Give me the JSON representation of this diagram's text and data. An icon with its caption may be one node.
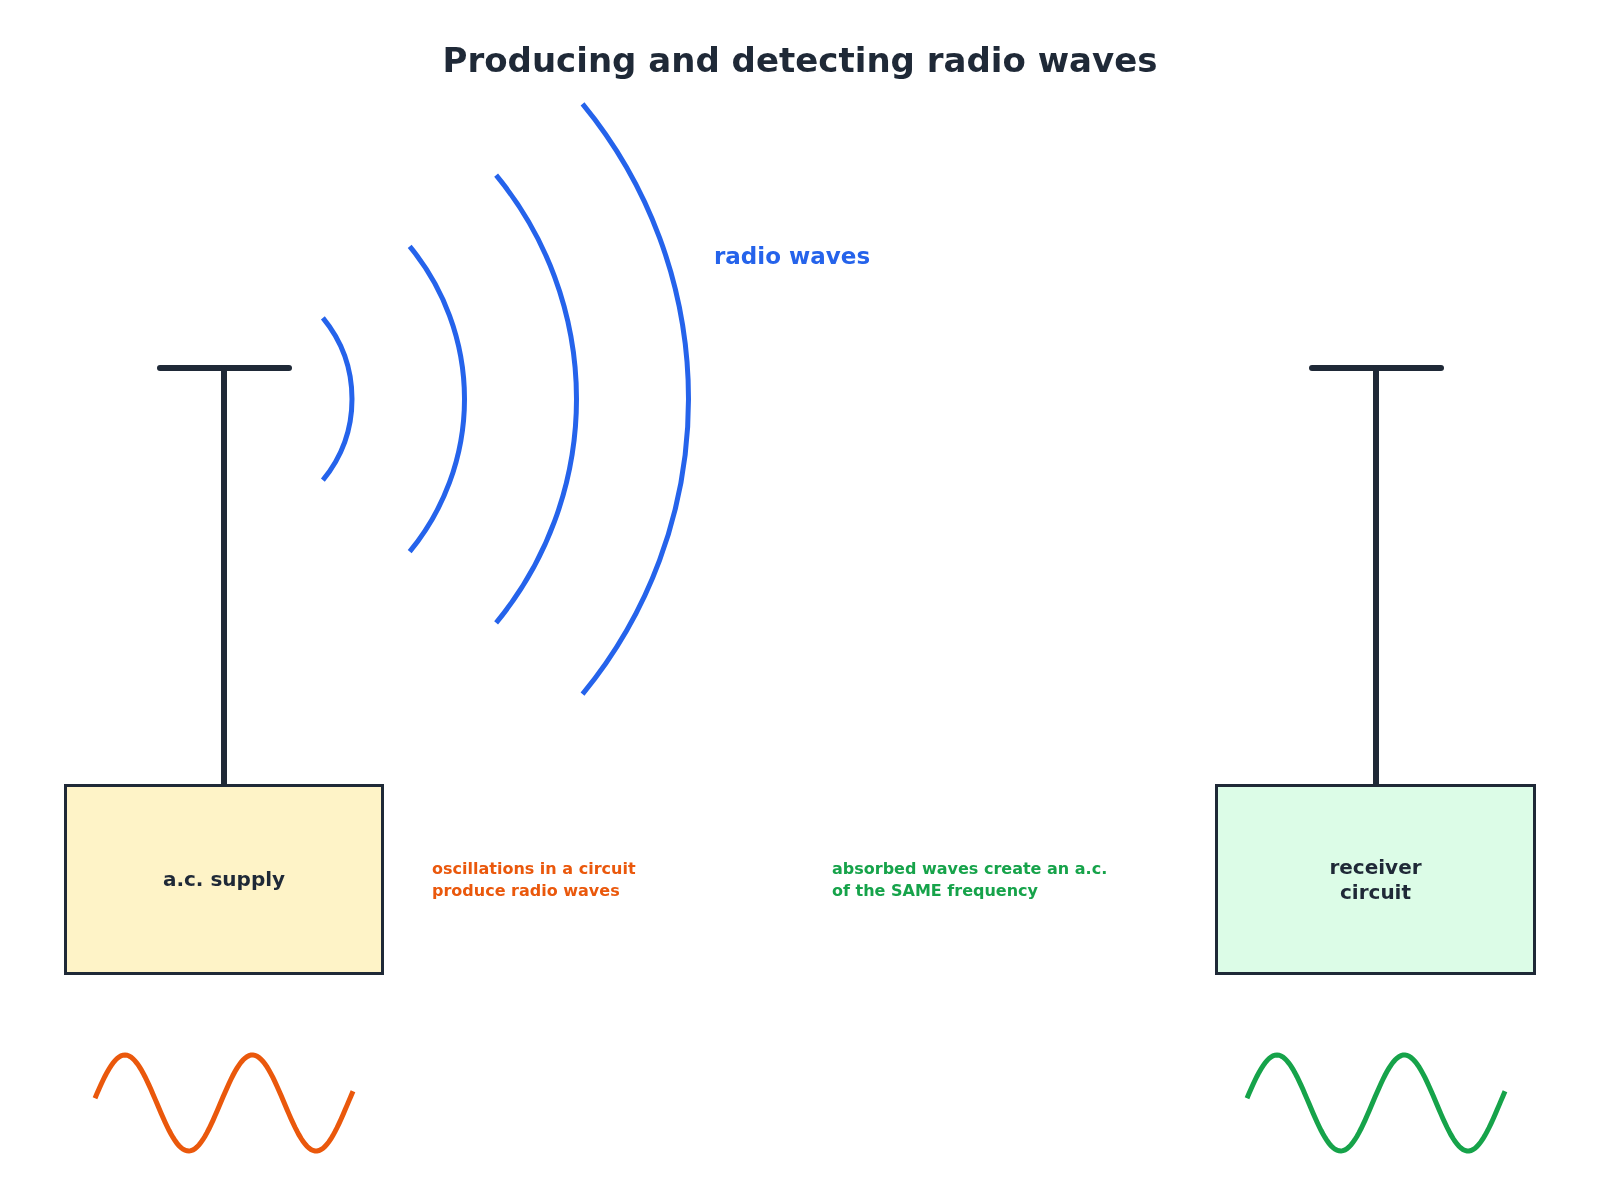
{
  "diagram": {
    "title": "Producing and detecting radio waves",
    "nodes": [
      {
        "text": [
          "a.c. supply"
        ]
      },
      {
        "text": [
          "receiver circuit"
        ]
      }
    ],
    "labels": [
      "radio waves",
      "oscillations in a circuit produce radio waves",
      "absorbed waves create an a.c. of the SAME frequency"
    ]
  }
}
